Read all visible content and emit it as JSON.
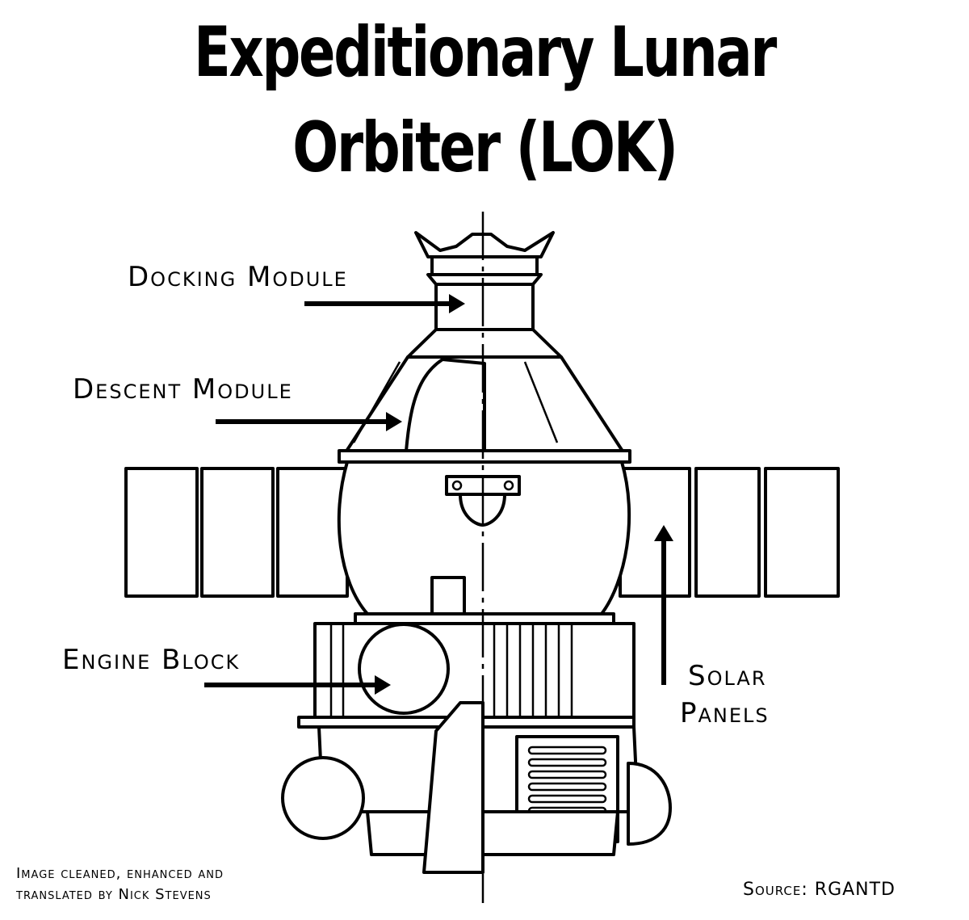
{
  "title": {
    "line1": "Expeditionary Lunar",
    "line2": "Orbiter (LOK)"
  },
  "labels": {
    "docking_module": "Docking Module",
    "descent_module": "Descent Module",
    "engine_block": "Engine Block",
    "solar_panels_line1": "Solar",
    "solar_panels_line2": "Panels"
  },
  "credits": {
    "left_line1": "Image cleaned, enhanced and",
    "left_line2": "translated by Nick Stevens",
    "source": "Source: RGANTD"
  }
}
